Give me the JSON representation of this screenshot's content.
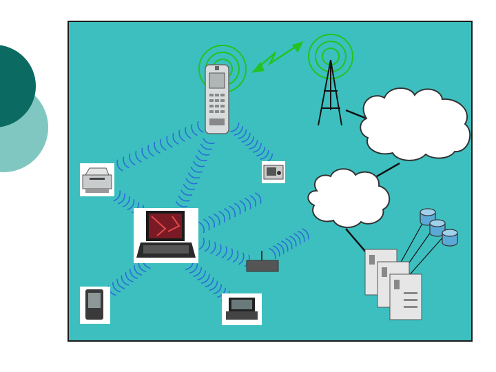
{
  "slide": {
    "colors": {
      "background": "#ffffff",
      "accent_dark": "#0b6b63",
      "accent_light": "#7fc7c0",
      "panel": "#3dbfbf",
      "panel_border": "#1a1a1a",
      "wireless_wave": "#2a6fd6",
      "radio_signal": "#22c322",
      "cloud": "#ffffff",
      "database": "#5aa9d6"
    }
  },
  "diagram": {
    "nodes": [
      {
        "id": "mobile-phone",
        "icon": "mobile-phone-icon"
      },
      {
        "id": "cell-tower",
        "icon": "antenna-tower-icon"
      },
      {
        "id": "printer",
        "icon": "printer-icon"
      },
      {
        "id": "camera",
        "icon": "camera-icon"
      },
      {
        "id": "laptop",
        "icon": "laptop-icon"
      },
      {
        "id": "access-point",
        "icon": "access-point-icon"
      },
      {
        "id": "pda",
        "icon": "pda-icon"
      },
      {
        "id": "handheld-pc",
        "icon": "handheld-pc-icon"
      },
      {
        "id": "internet-cloud-large",
        "icon": "cloud-icon"
      },
      {
        "id": "network-cloud-small",
        "icon": "cloud-icon"
      },
      {
        "id": "servers",
        "icon": "server-rack-icon"
      },
      {
        "id": "databases",
        "icon": "database-icon"
      }
    ],
    "links": [
      {
        "from": "mobile-phone",
        "to": "cell-tower",
        "kind": "radio"
      },
      {
        "from": "mobile-phone",
        "to": "printer",
        "kind": "wireless"
      },
      {
        "from": "mobile-phone",
        "to": "laptop",
        "kind": "wireless"
      },
      {
        "from": "mobile-phone",
        "to": "camera",
        "kind": "wireless"
      },
      {
        "from": "printer",
        "to": "laptop",
        "kind": "wireless"
      },
      {
        "from": "laptop",
        "to": "camera",
        "kind": "wireless"
      },
      {
        "from": "laptop",
        "to": "access-point",
        "kind": "wireless"
      },
      {
        "from": "access-point",
        "to": "network-cloud-small",
        "kind": "wireless"
      },
      {
        "from": "laptop",
        "to": "pda",
        "kind": "wireless"
      },
      {
        "from": "laptop",
        "to": "handheld-pc",
        "kind": "wireless"
      },
      {
        "from": "cell-tower",
        "to": "internet-cloud-large",
        "kind": "wired"
      },
      {
        "from": "internet-cloud-large",
        "to": "network-cloud-small",
        "kind": "wired"
      },
      {
        "from": "network-cloud-small",
        "to": "servers",
        "kind": "wired"
      },
      {
        "from": "servers",
        "to": "databases",
        "kind": "wired"
      }
    ]
  }
}
